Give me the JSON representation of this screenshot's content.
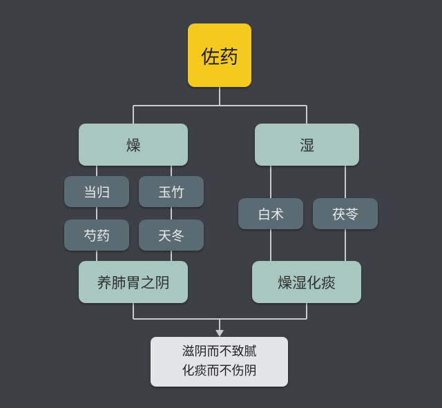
{
  "root": {
    "label": "佐药"
  },
  "branches": {
    "dry": {
      "label": "燥",
      "herbs": [
        "当归",
        "玉竹",
        "芍药",
        "天冬"
      ],
      "outcome": "养肺胃之阴"
    },
    "damp": {
      "label": "湿",
      "herbs": [
        "白术",
        "茯苓"
      ],
      "outcome": "燥湿化痰"
    }
  },
  "result": {
    "line1": "滋阴而不致腻",
    "line2": "化痰而不伤阴"
  },
  "colors": {
    "background": "#3d4046",
    "root": "#f5ca1e",
    "branch": "#a9c6bf",
    "herb": "#5a6c72",
    "result": "#e3e5e8",
    "connector": "#c9cccf"
  }
}
